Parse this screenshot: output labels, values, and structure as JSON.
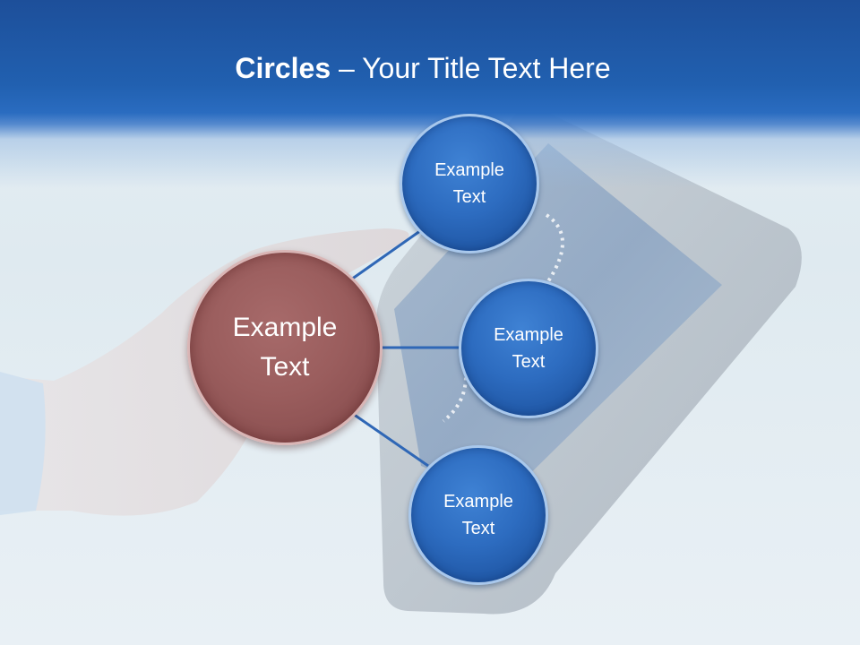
{
  "slide": {
    "title_bold": "Circles",
    "title_rest": " – Your Title Text Here"
  },
  "diagram": {
    "center": {
      "label": "Example\nText"
    },
    "nodes": [
      {
        "label": "Example\nText"
      },
      {
        "label": "Example\nText"
      },
      {
        "label": "Example\nText"
      }
    ]
  },
  "colors": {
    "header": "#2160b0",
    "node_fill": "#2d6cc0",
    "center_fill": "#9a5d5d",
    "connector": "#2f67b6",
    "text": "#ffffff"
  }
}
